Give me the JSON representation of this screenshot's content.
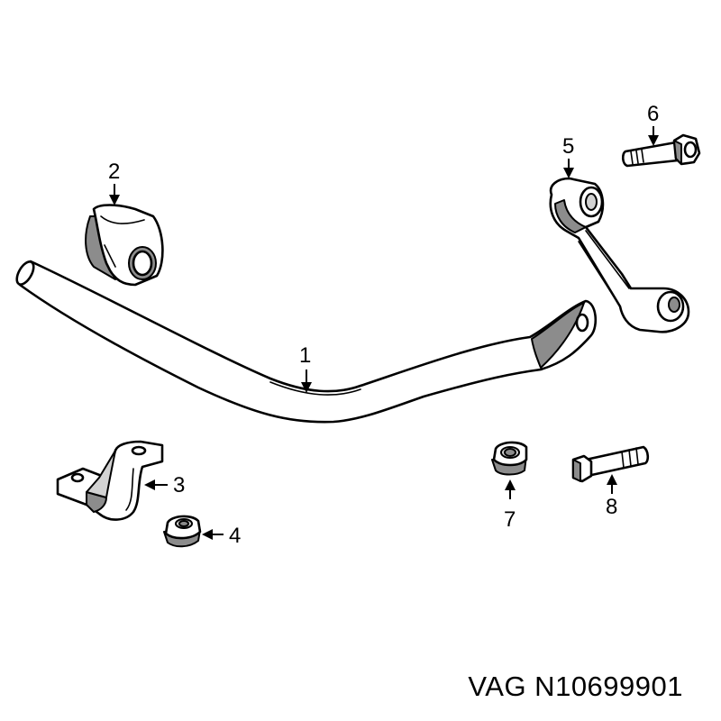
{
  "diagram": {
    "callouts": [
      {
        "id": "1",
        "label": "1"
      },
      {
        "id": "2",
        "label": "2"
      },
      {
        "id": "3",
        "label": "3"
      },
      {
        "id": "4",
        "label": "4"
      },
      {
        "id": "5",
        "label": "5"
      },
      {
        "id": "6",
        "label": "6"
      },
      {
        "id": "7",
        "label": "7"
      },
      {
        "id": "8",
        "label": "8"
      }
    ],
    "caption": "VAG N10699901"
  },
  "colors": {
    "line": "#000000",
    "background": "#ffffff",
    "shade": "#8c8c8c",
    "light_shade": "#d2d2d2"
  }
}
